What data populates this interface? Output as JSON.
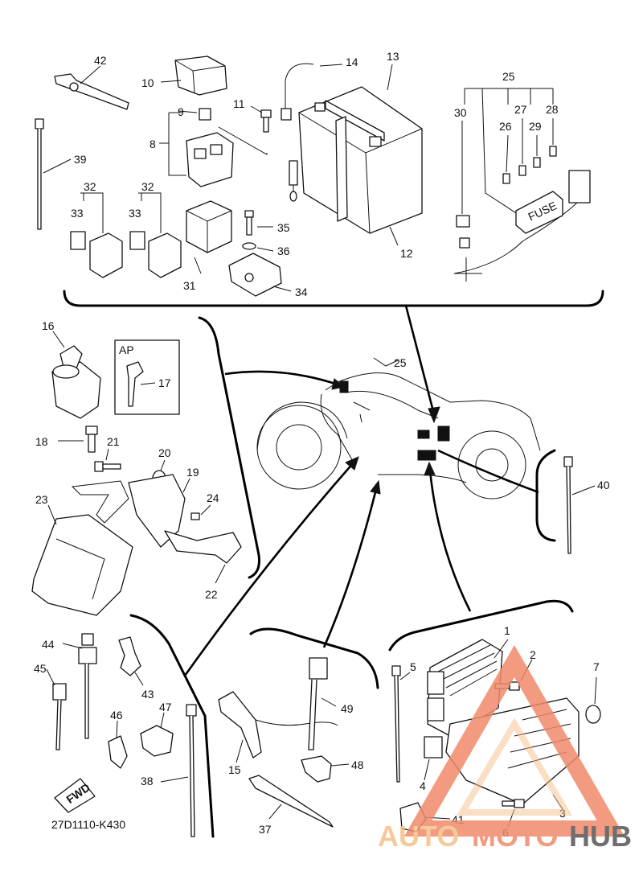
{
  "drawing_code": "27D1110-K430",
  "fwd_label": "FWD",
  "fuse_label": "FUSE",
  "ap_label": "AP",
  "callouts": {
    "c1": "1",
    "c2": "2",
    "c3": "3",
    "c4": "4",
    "c5": "5",
    "c6": "6",
    "c7": "7",
    "c8": "8",
    "c9": "9",
    "c10": "10",
    "c11": "11",
    "c12": "12",
    "c13": "13",
    "c14": "14",
    "c15": "15",
    "c16": "16",
    "c17": "17",
    "c18": "18",
    "c19": "19",
    "c20": "20",
    "c21": "21",
    "c22": "22",
    "c23": "23",
    "c24": "24",
    "c25a": "25",
    "c25b": "25",
    "c26": "26",
    "c27": "27",
    "c28": "28",
    "c29": "29",
    "c30": "30",
    "c31": "31",
    "c32a": "32",
    "c32b": "32",
    "c33a": "33",
    "c33b": "33",
    "c34": "34",
    "c35": "35",
    "c36": "36",
    "c37": "37",
    "c38": "38",
    "c39": "39",
    "c40": "40",
    "c41": "41",
    "c42": "42",
    "c43": "43",
    "c44": "44",
    "c45": "45",
    "c46": "46",
    "c47": "47",
    "c48": "48",
    "c49": "49"
  },
  "watermark": {
    "part1": "AUTO",
    "part2": "MOTO",
    "part3": "HUB",
    "color_primary": "#f08a6a",
    "color_secondary": "#f5c08a",
    "color_dark": "#555555"
  }
}
